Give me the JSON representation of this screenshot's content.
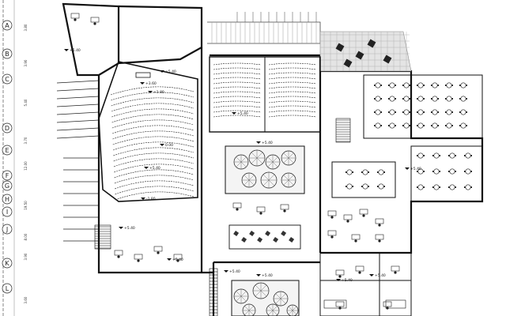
{
  "grid_axes": [
    "A",
    "B",
    "C",
    "D",
    "E",
    "F",
    "G",
    "H",
    "I",
    "J",
    "K",
    "L"
  ],
  "levels": [
    "+5.40",
    "+3.60",
    "+5.40",
    "+1.80",
    "0.00",
    "+5.40",
    "-1.80",
    "+5.40",
    "+5.40",
    "+5.40",
    "+5.40",
    "+5.40",
    "+5.40",
    "+5.40",
    "+5.40",
    "+5.40"
  ],
  "dimensions": [
    "3.80",
    "3.90",
    "5.40",
    "3.70",
    "12.00",
    "19.50",
    "8.00",
    "3.90",
    "3.60"
  ],
  "colors": {
    "line": "#111111",
    "hatch": "#9a9a9a",
    "paving": "#cfcfcf"
  }
}
